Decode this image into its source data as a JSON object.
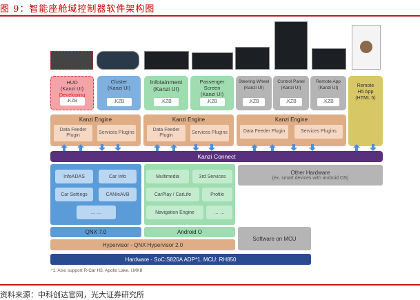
{
  "figure": {
    "title": "图 9：智能座舱域控制器软件架构图",
    "source": "资料来源：中科创达官网，光大证券研究所",
    "footnote": "*1: Also support R-Car H3, Apollo Lake, i.MX8"
  },
  "screenshots": [
    "HUD preview",
    "Cluster preview",
    "Infotainment preview",
    "Passenger screen preview",
    "Steering wheel preview",
    "Control panel preview",
    "Remote app preview",
    "Remote H5 app preview"
  ],
  "apps": [
    {
      "name": "HUD",
      "sub": "(Kanzi UI)",
      "status": "Developing",
      "kzb": ".KZB"
    },
    {
      "name": "Cluster",
      "sub": "(Kanzi UI)",
      "kzb": ".KZB"
    },
    {
      "name": "Infotainment",
      "sub": "(Kanzi UI)",
      "kzb": ".KZB"
    },
    {
      "name": "Passenger Screen",
      "sub": "(Kanzi UI)",
      "kzb": ".KZB"
    },
    {
      "name": "Steering Wheel",
      "sub": "(Kanzi UI)",
      "kzb": ".KZB"
    },
    {
      "name": "Control Panel",
      "sub": "(Kanzi UI)",
      "kzb": ".KZB"
    },
    {
      "name": "Remote App",
      "sub": "(Kanzi UI)",
      "kzb": ".KZB"
    },
    {
      "name": "Remote H5 App",
      "sub": "(HTML 5)"
    }
  ],
  "engines": [
    {
      "title": "Kanzi Engine",
      "plugins": [
        "Data Feeder Plugin",
        "Services Plugins"
      ]
    },
    {
      "title": "Kanzi Engine",
      "plugins": [
        "Data Feeder Plugin",
        "Services Plugins"
      ]
    },
    {
      "title": "Kanzi Engine",
      "plugins": [
        "Data Feeder Plugin",
        "Services Plugins"
      ]
    }
  ],
  "connect": "Kanzi Connect",
  "qnx_services": [
    "InfoADAS",
    "Car Info",
    "Car Settings",
    "CAN/eAVB",
    "… …"
  ],
  "android_services": [
    "Multimedia",
    "3rd Services",
    "CarPlay / CarLife",
    "Profile",
    "Navigation Engine",
    "… …"
  ],
  "other_hardware": {
    "title": "Other Hardware",
    "sub": "(ex. smart devices with android OS)"
  },
  "os": {
    "qnx": "QNX 7.0",
    "android": "Android O"
  },
  "hypervisor": "Hypervisor - QNX Hypervisor 2.0",
  "mcu_software": "Software on MCU",
  "hardware": "Hardware - SoC:S820A ADP*1, MCU: RH850",
  "colors": {
    "red": "#c8161d",
    "hud": "#f4a3a8",
    "cluster": "#7fb0e0",
    "green": "#9fdcb0",
    "gray": "#b5b5b5",
    "yellow": "#d8c765",
    "engine": "#dfae86",
    "connect": "#59307d",
    "qnx": "#5b9bd8",
    "hardware": "#2b4b91"
  }
}
